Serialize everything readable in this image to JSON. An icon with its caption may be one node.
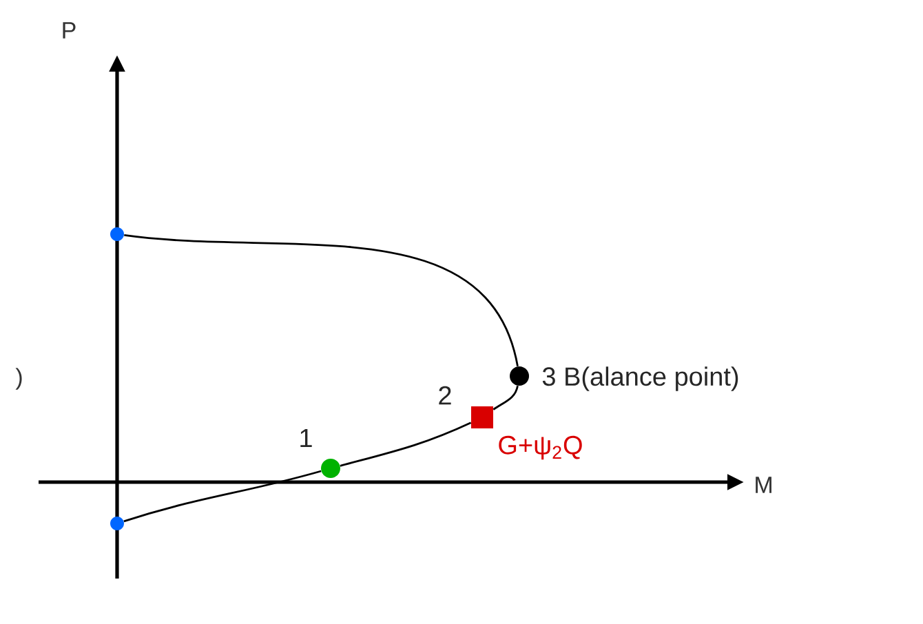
{
  "diagram": {
    "nodes": [
      {
        "text": [],
        "shape": "circle"
      },
      {
        "text": [],
        "shape": "circle",
        "beside": [
          "3 B(alance point)"
        ]
      },
      {
        "text": [],
        "shape": "box",
        "beside": [
          "2",
          "G+ψ$_{2}$Q"
        ]
      },
      {
        "text": [],
        "shape": "circle",
        "beside": [
          "1"
        ]
      },
      {
        "text": [],
        "shape": "circle"
      }
    ],
    "edges": [
      {
        "from": 0,
        "to": 1,
        "arrow": "none"
      },
      {
        "from": 1,
        "to": 2,
        "arrow": "none"
      },
      {
        "from": 2,
        "to": 3,
        "arrow": "none"
      },
      {
        "from": 3,
        "to": 4,
        "arrow": "none"
      }
    ],
    "labels": [
      "P",
      ")",
      "M"
    ]
  }
}
